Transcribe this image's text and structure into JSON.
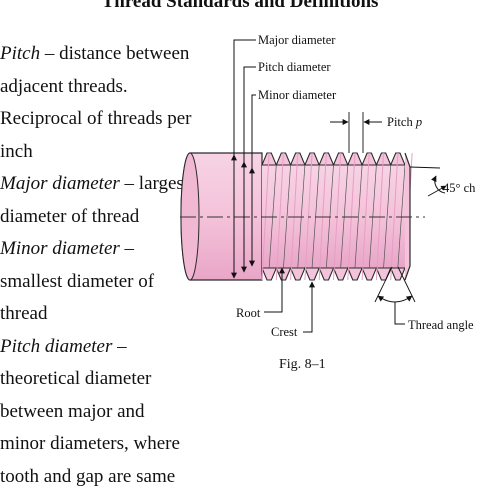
{
  "slide": {
    "title": "Thread Standards and Definitions",
    "definitions": [
      {
        "lines": [
          {
            "term": "Pitch",
            "text": " – distance between"
          },
          {
            "term": "",
            "text": "adjacent threads."
          }
        ]
      },
      {
        "lines": [
          {
            "term": "",
            "text": "Reciprocal of threads per"
          },
          {
            "term": "",
            "text": "inch"
          }
        ]
      },
      {
        "lines": [
          {
            "term": "Major diameter",
            "text": " – largest"
          },
          {
            "term": "",
            "text": "diameter of thread"
          }
        ]
      },
      {
        "lines": [
          {
            "term": "Minor diameter",
            "text": " –"
          },
          {
            "term": "",
            "text": "smallest diameter of"
          },
          {
            "term": "",
            "text": "thread"
          }
        ]
      },
      {
        "lines": [
          {
            "term": "Pitch diameter",
            "text": " –"
          },
          {
            "term": "",
            "text": "theoretical diameter"
          },
          {
            "term": "",
            "text": "between major and"
          },
          {
            "term": "",
            "text": "minor diameters, where"
          },
          {
            "term": "",
            "text": "tooth and gap are same"
          }
        ]
      }
    ]
  },
  "diagram": {
    "labels": {
      "major_diameter": "Major diameter",
      "pitch_diameter": "Pitch diameter",
      "minor_diameter": "Minor diameter",
      "pitch": "Pitch p",
      "chamfer": "45° ch",
      "root": "Root",
      "crest": "Crest",
      "thread_angle": "Thread angle"
    },
    "figure_caption": "Fig. 8–1",
    "colors": {
      "body": "#f4c2da",
      "body_dark": "#e69fc3",
      "outline": "#2a2a2a"
    },
    "thread_count": 10
  }
}
